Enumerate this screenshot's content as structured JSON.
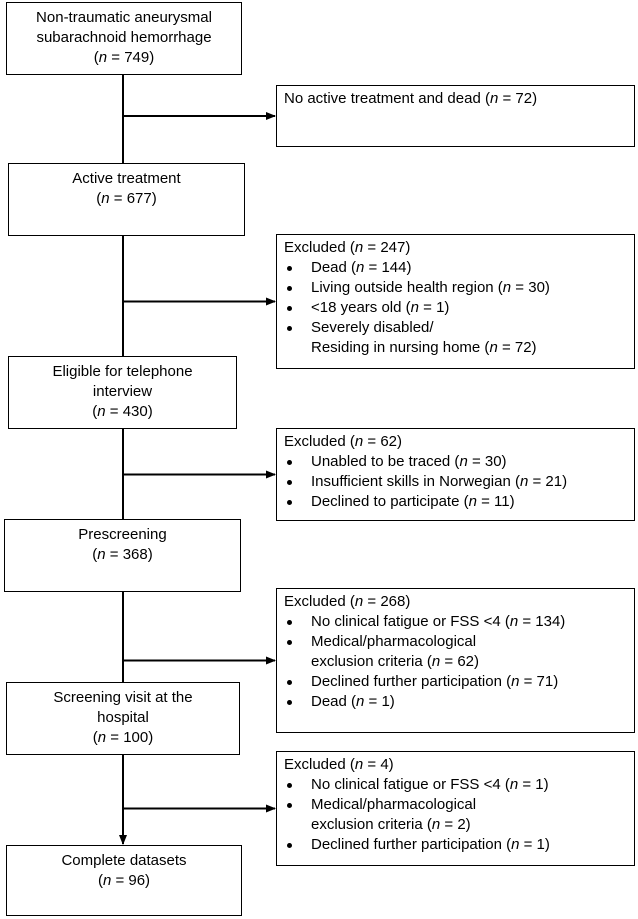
{
  "main_boxes": [
    {
      "lines": [
        "Non-traumatic aneurysmal",
        "subarachnoid hemorrhage"
      ],
      "n_prefix": "(",
      "n_var": "n",
      "n_suffix": " = 749)"
    },
    {
      "lines": [
        "Active treatment"
      ],
      "n_prefix": "(",
      "n_var": "n",
      "n_suffix": " = 677)"
    },
    {
      "lines": [
        "Eligible for telephone",
        "interview"
      ],
      "n_prefix": "(",
      "n_var": "n",
      "n_suffix": " = 430)"
    },
    {
      "lines": [
        "Prescreening"
      ],
      "n_prefix": "(",
      "n_var": "n",
      "n_suffix": " = 368)"
    },
    {
      "lines": [
        "Screening visit at the",
        "hospital"
      ],
      "n_prefix": "(",
      "n_var": "n",
      "n_suffix": " = 100)"
    },
    {
      "lines": [
        "Complete datasets"
      ],
      "n_prefix": "(",
      "n_var": "n",
      "n_suffix": " = 96)"
    }
  ],
  "side_boxes": [
    {
      "header": {
        "pre": "No active treatment and dead (",
        "var": "n",
        "post": " = 72)"
      },
      "items": []
    },
    {
      "header": {
        "pre": "Excluded (",
        "var": "n",
        "post": " = 247)"
      },
      "items": [
        {
          "lines": [
            {
              "pre": "Dead (",
              "var": "n",
              "post": " = 144)"
            }
          ]
        },
        {
          "lines": [
            {
              "pre": "Living outside health region (",
              "var": "n",
              "post": " = 30)"
            }
          ]
        },
        {
          "lines": [
            {
              "pre": "<18 years old (",
              "var": "n",
              "post": " = 1)"
            }
          ]
        },
        {
          "lines": [
            {
              "pre": "Severely disabled/",
              "var": "",
              "post": ""
            },
            {
              "pre": "Residing in nursing home (",
              "var": "n",
              "post": " = 72)"
            }
          ]
        }
      ]
    },
    {
      "header": {
        "pre": "Excluded (",
        "var": "n",
        "post": " = 62)"
      },
      "items": [
        {
          "lines": [
            {
              "pre": "Unabled to be traced (",
              "var": "n",
              "post": " = 30)"
            }
          ]
        },
        {
          "lines": [
            {
              "pre": "Insufficient skills in Norwegian (",
              "var": "n",
              "post": " = 21)"
            }
          ]
        },
        {
          "lines": [
            {
              "pre": "Declined to participate (",
              "var": "n",
              "post": " = 11)"
            }
          ]
        }
      ]
    },
    {
      "header": {
        "pre": "Excluded (",
        "var": "n",
        "post": " = 268)"
      },
      "items": [
        {
          "lines": [
            {
              "pre": "No clinical fatigue or FSS <4 (",
              "var": "n",
              "post": " = 134)"
            }
          ]
        },
        {
          "lines": [
            {
              "pre": "Medical/pharmacological",
              "var": "",
              "post": ""
            },
            {
              "pre": "exclusion criteria (",
              "var": "n",
              "post": " =  62)"
            }
          ]
        },
        {
          "lines": [
            {
              "pre": "Declined further participation (",
              "var": "n",
              "post": " =  71)"
            }
          ]
        },
        {
          "lines": [
            {
              "pre": "Dead (",
              "var": "n",
              "post": " = 1)"
            }
          ]
        }
      ]
    },
    {
      "header": {
        "pre": "Excluded (",
        "var": "n",
        "post": " = 4)"
      },
      "items": [
        {
          "lines": [
            {
              "pre": "No clinical fatigue or FSS <4 (",
              "var": "n",
              "post": " = 1)"
            }
          ]
        },
        {
          "lines": [
            {
              "pre": "Medical/pharmacological",
              "var": "",
              "post": ""
            },
            {
              "pre": "exclusion criteria (",
              "var": "n",
              "post": " = 2)"
            }
          ]
        },
        {
          "lines": [
            {
              "pre": "Declined further participation (",
              "var": "n",
              "post": " = 1)"
            }
          ]
        }
      ]
    }
  ]
}
